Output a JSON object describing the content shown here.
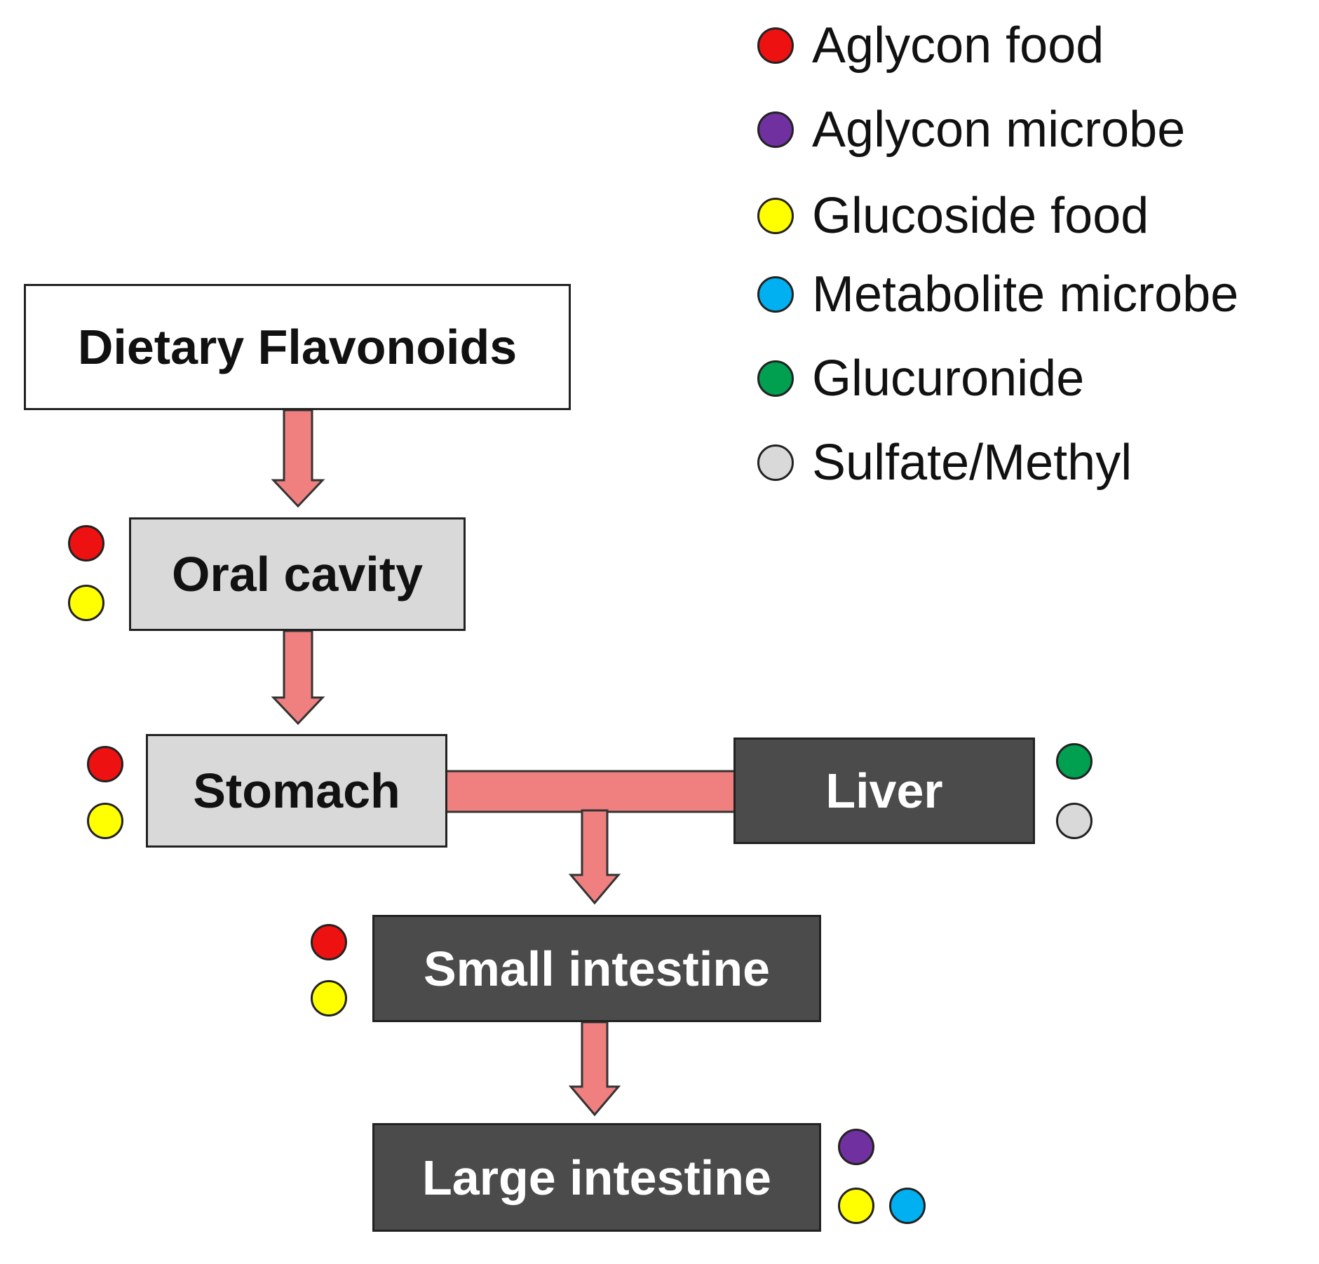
{
  "legend": [
    {
      "label": "Aglycon food",
      "color": "#ee1111",
      "icon": "red-dot"
    },
    {
      "label": "Aglycon microbe",
      "color": "#7030a0",
      "icon": "purple-dot"
    },
    {
      "label": "Glucoside food",
      "color": "#ffff00",
      "icon": "yellow-dot"
    },
    {
      "label": "Metabolite microbe",
      "color": "#00b0f0",
      "icon": "blue-dot"
    },
    {
      "label": "Glucuronide",
      "color": "#00a050",
      "icon": "green-dot"
    },
    {
      "label": "Sulfate/Methyl",
      "color": "#d9d9d9",
      "icon": "grey-dot"
    }
  ],
  "nodes": {
    "dietary": {
      "label": "Dietary Flavonoids"
    },
    "oral": {
      "label": "Oral cavity"
    },
    "stomach": {
      "label": "Stomach"
    },
    "liver": {
      "label": "Liver"
    },
    "small": {
      "label": "Small intestine"
    },
    "large": {
      "label": "Large intestine"
    }
  },
  "colors": {
    "arrow_fill": "#f08080",
    "box_border": "#222222",
    "light_box": "#d9d9d9",
    "dark_box": "#4b4b4b"
  }
}
